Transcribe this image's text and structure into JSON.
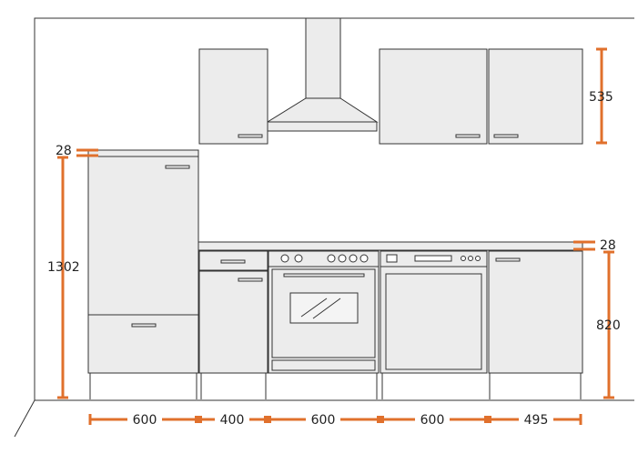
{
  "colors": {
    "line": "#333333",
    "cabinet_fill": "#ececec",
    "dimension": "#e0702c",
    "glass": "#f4f4f4"
  },
  "dimensions": {
    "wall_cabinet_height": "535",
    "countertop_thickness": "28",
    "tall_unit_top_thickness": "28",
    "tall_unit_height": "1302",
    "base_unit_height": "820",
    "widths": [
      {
        "label": "600"
      },
      {
        "label": "400"
      },
      {
        "label": "600"
      },
      {
        "label": "600"
      },
      {
        "label": "495"
      }
    ]
  }
}
